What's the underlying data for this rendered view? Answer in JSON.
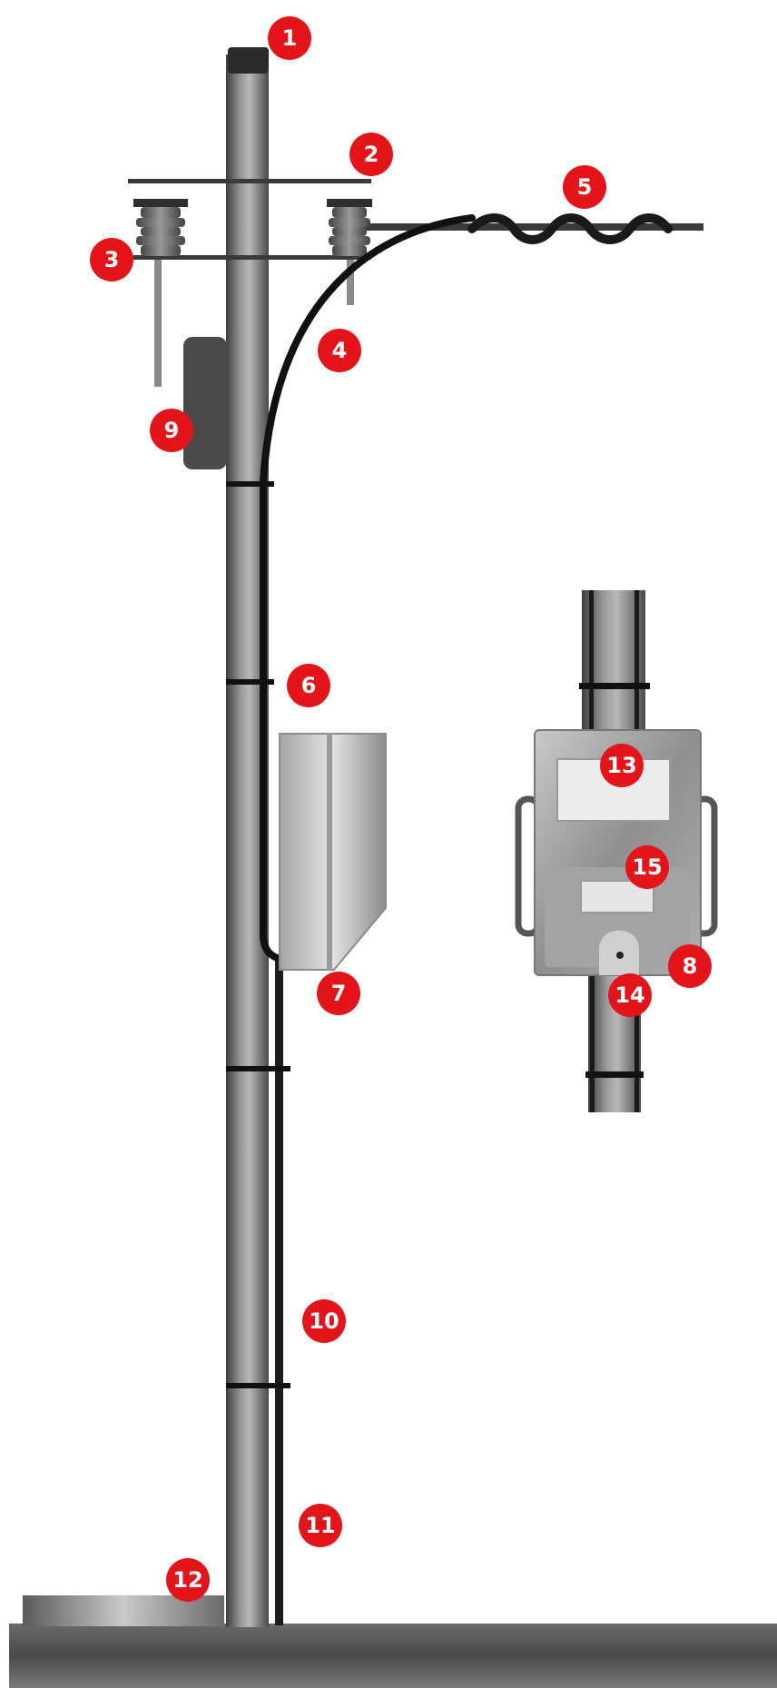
{
  "diagram": {
    "callout_color": "#e3151b",
    "callouts": [
      {
        "id": "1",
        "label": "1"
      },
      {
        "id": "2",
        "label": "2"
      },
      {
        "id": "3",
        "label": "3"
      },
      {
        "id": "4",
        "label": "4"
      },
      {
        "id": "5",
        "label": "5"
      },
      {
        "id": "6",
        "label": "6"
      },
      {
        "id": "7",
        "label": "7"
      },
      {
        "id": "8",
        "label": "8"
      },
      {
        "id": "9",
        "label": "9"
      },
      {
        "id": "10",
        "label": "10"
      },
      {
        "id": "11",
        "label": "11"
      },
      {
        "id": "12",
        "label": "12"
      },
      {
        "id": "13",
        "label": "13"
      },
      {
        "id": "14",
        "label": "14"
      },
      {
        "id": "15",
        "label": "15"
      }
    ]
  }
}
